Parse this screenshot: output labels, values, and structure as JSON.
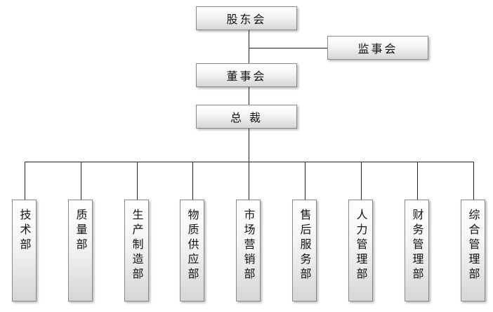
{
  "org_chart": {
    "shareholders": "股东会",
    "supervisors": "监事会",
    "board": "董事会",
    "president": "总 裁",
    "departments": [
      "技术部",
      "质量部",
      "生产制造部",
      "物质供应部",
      "市场营销部",
      "售后服务部",
      "人力管理部",
      "财务管理部",
      "综合管理部"
    ]
  },
  "colors": {
    "line": "#222222",
    "box_border": "#8a8a8a",
    "box_top": "#ffffff",
    "box_bottom": "#d6d6d6",
    "text": "#111111"
  }
}
